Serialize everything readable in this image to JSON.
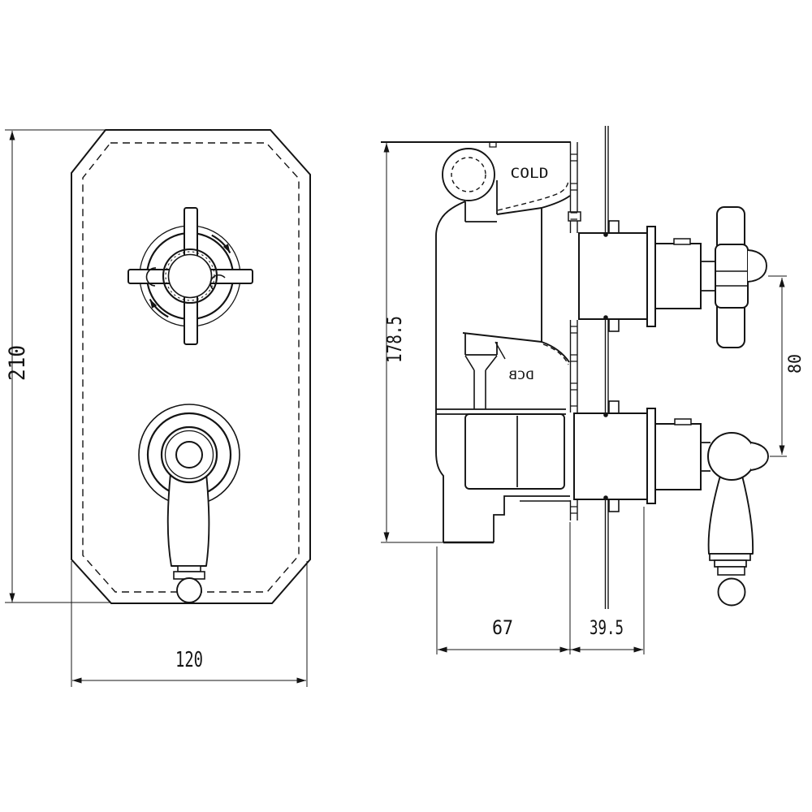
{
  "front_view": {
    "height_label": "210",
    "width_label": "120"
  },
  "side_view": {
    "height_label": "178.5",
    "body_depth_label": "67",
    "trim_depth_label": "39.5",
    "handle_spacing_label": "80",
    "port_label": "COLD",
    "casting_mark": "DCB"
  },
  "colors": {
    "line_color": "#141414",
    "background": "#ffffff"
  }
}
